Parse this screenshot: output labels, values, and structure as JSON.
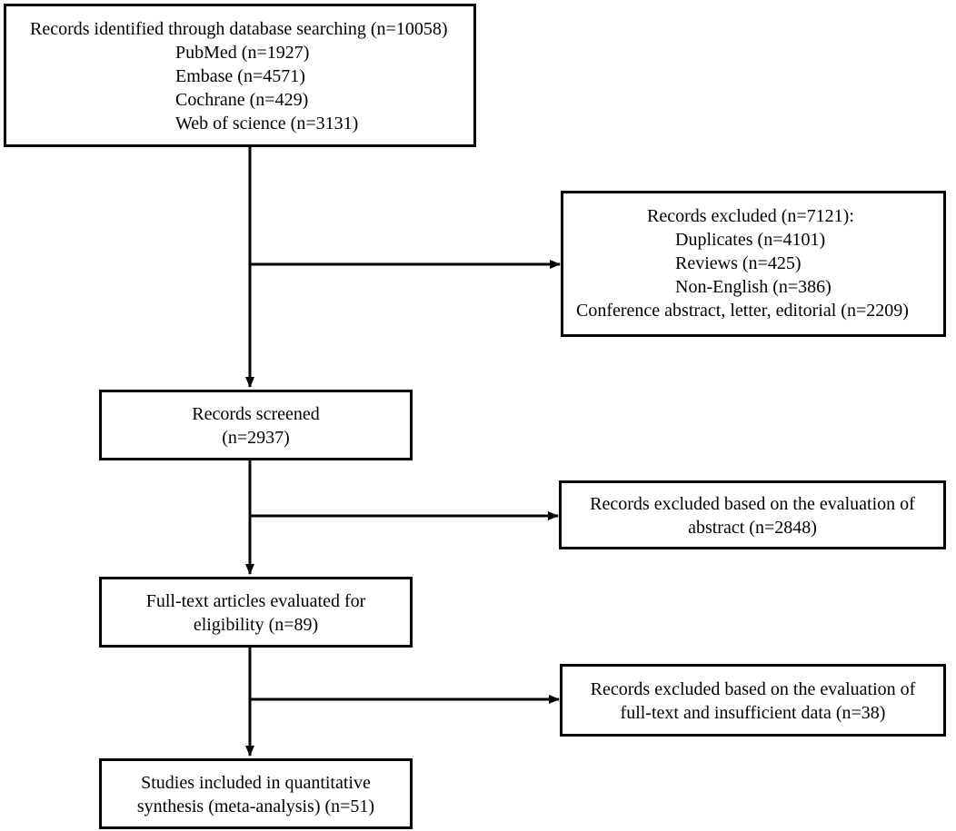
{
  "identification": {
    "title": "Records identified through database searching (n=10058)",
    "sources": [
      "PubMed (n=1927)",
      "Embase (n=4571)",
      "Cochrane (n=429)",
      "Web of science (n=3131)"
    ]
  },
  "excluded_initial": {
    "title": "Records excluded (n=7121):",
    "reasons": [
      "Duplicates (n=4101)",
      "Reviews (n=425)",
      "Non-English (n=386)",
      "Conference abstract, letter, editorial (n=2209)"
    ]
  },
  "screened": {
    "line1": "Records screened",
    "line2": "(n=2937)"
  },
  "excluded_abstract": {
    "line1": "Records excluded based on the evaluation of",
    "line2": "abstract (n=2848)"
  },
  "full_text": {
    "line1": "Full-text articles evaluated for",
    "line2": "eligibility (n=89)"
  },
  "excluded_full_text": {
    "line1": "Records excluded based on the evaluation of",
    "line2": "full-text and insufficient data (n=38)"
  },
  "included": {
    "line1": "Studies included in quantitative",
    "line2": "synthesis (meta-analysis) (n=51)"
  }
}
